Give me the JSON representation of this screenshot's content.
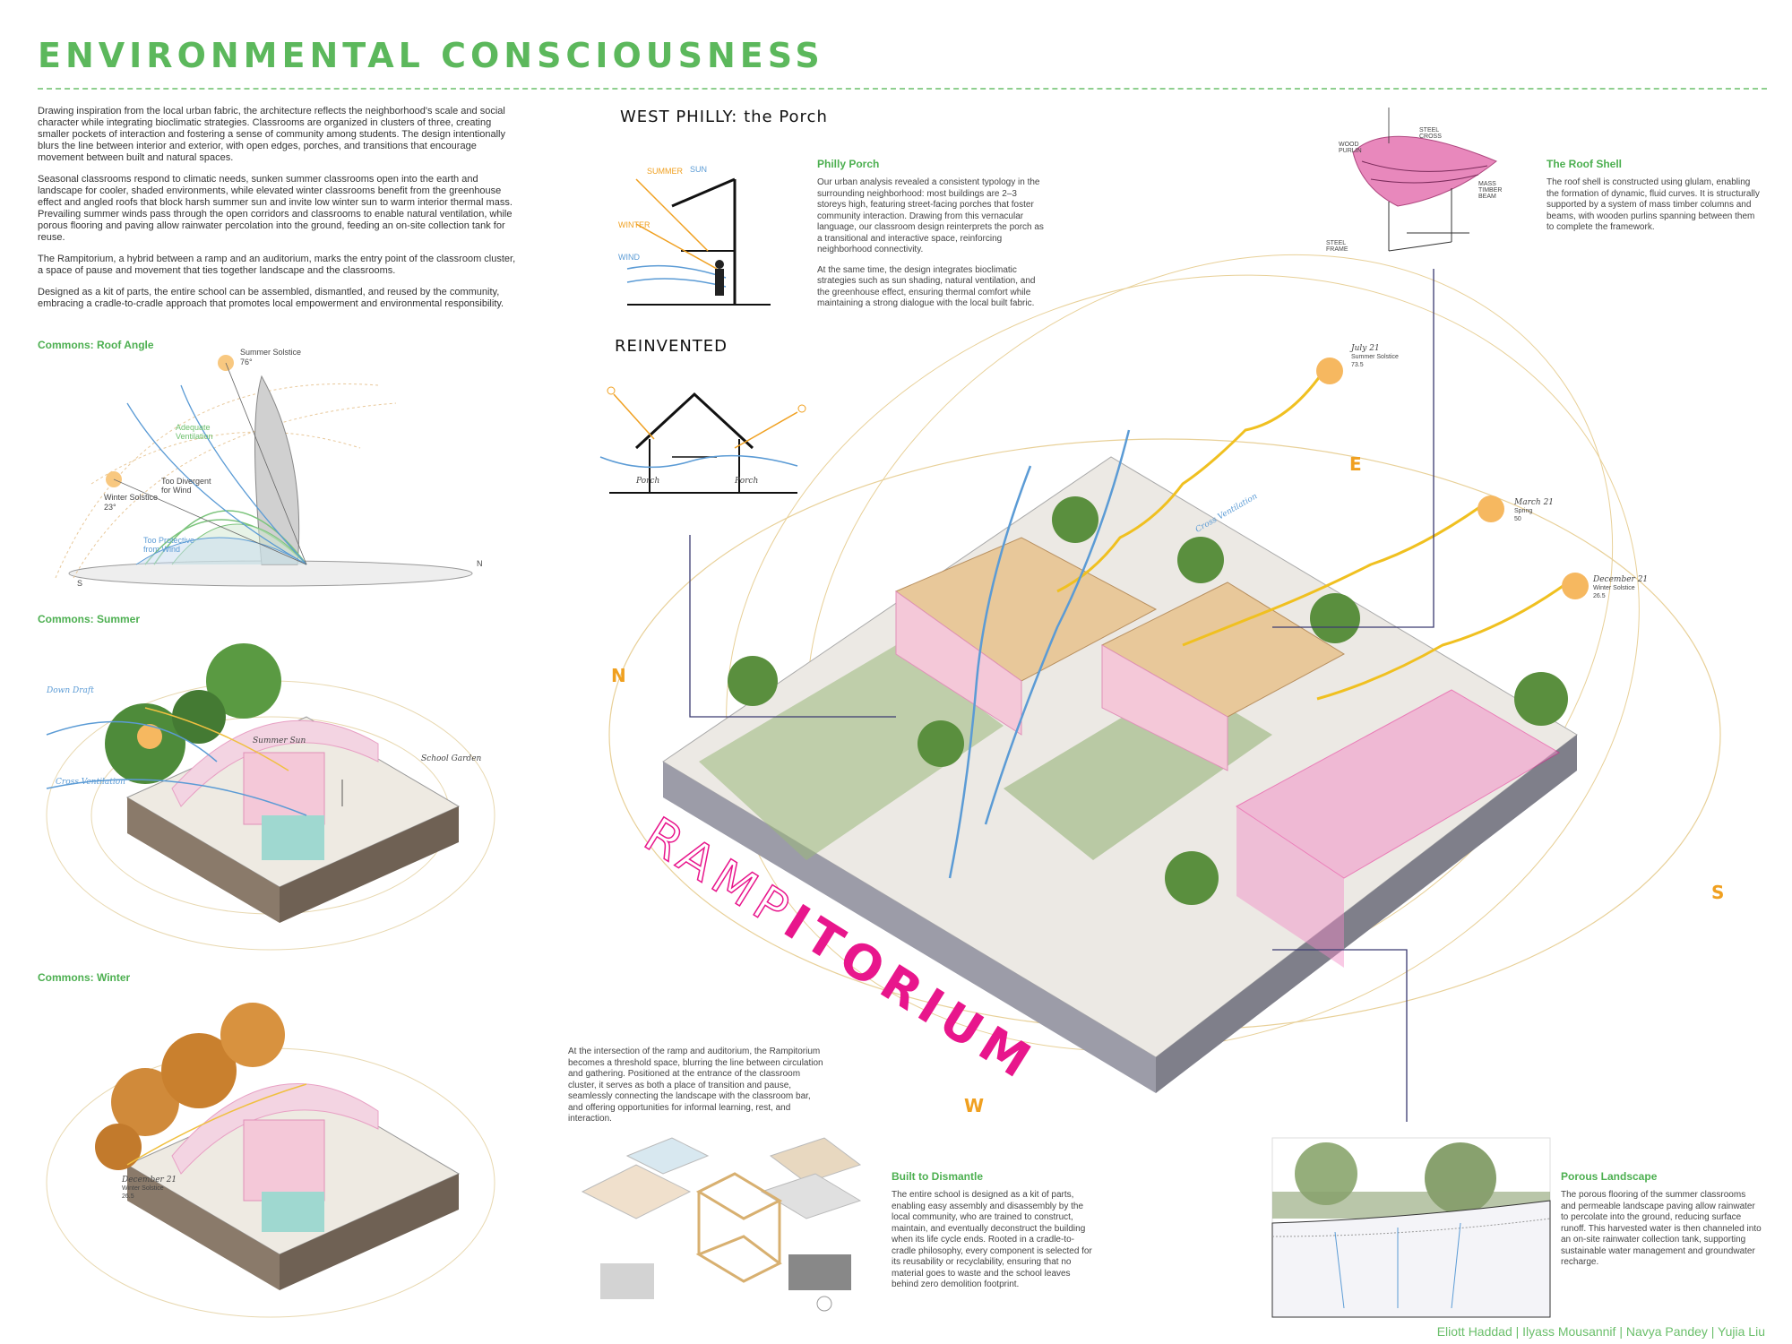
{
  "header": {
    "title": "ENVIRONMENTAL CONSCIOUSNESS"
  },
  "intro": {
    "p1": "Drawing inspiration from the local urban fabric, the architecture reflects the neighborhood's scale and social character while integrating bioclimatic strategies. Classrooms are organized in clusters of three, creating smaller pockets of interaction and fostering a sense of community among students. The design intentionally blurs the line between interior and exterior, with open edges, porches, and transitions that encourage movement between built and natural spaces.",
    "p2": "Seasonal classrooms respond to climatic needs, sunken summer classrooms open into the earth and landscape for cooler, shaded environments, while elevated winter classrooms benefit from the greenhouse effect and angled roofs that block harsh summer sun and invite low winter sun to warm interior thermal mass. Prevailing summer winds pass through the open corridors and classrooms to enable natural ventilation, while porous flooring and paving allow rainwater percolation into the ground, feeding an on-site collection tank for reuse.",
    "p3": "The Rampitorium, a hybrid between a ramp and an auditorium, marks the entry point of the classroom cluster, a space of pause and movement that ties together landscape and the classrooms.",
    "p4": "Designed as a kit of parts, the entire school can be assembled, dismantled, and reused by the community, embracing a cradle-to-cradle approach that promotes local empowerment and environmental responsibility."
  },
  "roof_angle": {
    "label": "Commons: Roof Angle",
    "summer": "Summer Solstice",
    "summer_deg": "76°",
    "winter": "Winter Solstice",
    "winter_deg": "23°",
    "adequate": "Adequate\nVentilation",
    "divergent": "Too Divergent\nfor Wind",
    "protective": "Too Protective\nfrom Wind",
    "s": "S",
    "n": "N"
  },
  "summer": {
    "label": "Commons: Summer",
    "down_draft": "Down Draft",
    "cross_vent": "Cross Ventilation",
    "school_garden": "School Garden",
    "sun_label": "Summer Sun"
  },
  "winter": {
    "label": "Commons: Winter",
    "date": "December 21",
    "sub": "Winter Solstice",
    "deg": "26.5"
  },
  "sketch1": {
    "title": "WEST PHILLY: the Porch",
    "sun": "SUN",
    "winter": "WINTER",
    "summer": "SUMMER",
    "wind": "WIND"
  },
  "sketch2": {
    "title": "REINVENTED",
    "porch_l": "Porch",
    "porch_r": "Porch"
  },
  "philly_porch": {
    "title": "Philly Porch",
    "p1": "Our urban analysis revealed a consistent typology in the surrounding neighborhood: most buildings are 2–3 storeys high, featuring street-facing porches that foster community interaction. Drawing from this vernacular language, our classroom design reinterprets the porch as a transitional and interactive space, reinforcing neighborhood connectivity.",
    "p2": "At the same time, the design integrates bioclimatic strategies such as sun shading, natural ventilation, and the greenhouse effect, ensuring thermal comfort while maintaining a strong dialogue with the local built fabric."
  },
  "roof_shell": {
    "title": "The Roof Shell",
    "text": "The roof shell is constructed using glulam, enabling the formation of dynamic, fluid curves. It is structurally supported by a system of mass timber columns and beams, with wooden purlins spanning between them to complete the framework.",
    "a1": "WOOD PURLIN",
    "a2": "STEEL CROSS",
    "a3": "MASS TIMBER BEAM",
    "a4": "STEEL FRAME"
  },
  "sun_paths": {
    "july": "July 21",
    "july_sub": "Summer Solstice",
    "july_deg": "73.5",
    "march": "March 21",
    "march_sub": "Spring",
    "march_deg": "50",
    "dec": "December 21",
    "dec_sub": "Winter Solstice",
    "dec_deg": "26.5",
    "cross": "Cross Ventilation"
  },
  "compass": {
    "e": "E",
    "n": "N",
    "s": "S",
    "w": "W"
  },
  "rampitorium": {
    "part1": "RAMP",
    "part2": "ITORIUM",
    "text": "At the intersection of the ramp and auditorium, the Rampitorium becomes a threshold space, blurring the line between circulation and gathering. Positioned at the entrance of the classroom cluster, it serves as both a place of transition and pause, seamlessly connecting the landscape with the classroom bar, and offering opportunities for informal learning, rest, and interaction."
  },
  "dismantle": {
    "title": "Built to Dismantle",
    "text": "The entire school is designed as a kit of parts, enabling easy assembly and disassembly by the local community, who are trained to construct, maintain, and eventually deconstruct the building when its life cycle ends. Rooted in a cradle-to-cradle philosophy, every component is selected for its reusability or recyclability, ensuring that no material goes to waste and the school leaves behind zero demolition footprint."
  },
  "porous": {
    "title": "Porous Landscape",
    "text": "The porous flooring of the summer classrooms and permeable landscape paving allow rainwater to percolate into the ground, reducing surface runoff. This harvested water is then channeled into an on-site rainwater collection tank, supporting sustainable water management and groundwater recharge."
  },
  "credits": "Eliott Haddad | Ilyass Mousannif | Navya Pandey | Yujia Liu",
  "colors": {
    "green": "#4caf50",
    "pink": "#e8168c",
    "orange": "#f0a020",
    "blue": "#5b9bd5",
    "wood": "#e8c89a"
  }
}
